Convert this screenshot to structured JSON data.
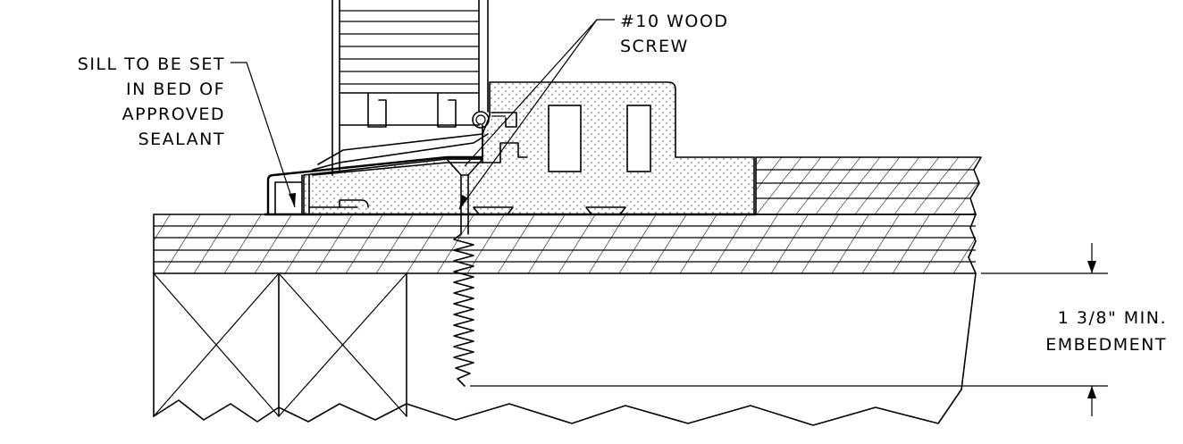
{
  "labels": {
    "sill": {
      "line1": "SILL TO BE SET",
      "line2": "IN BED OF",
      "line3": "APPROVED",
      "line4": "SEALANT"
    },
    "screw": {
      "line1": "#10 WOOD",
      "line2": "SCREW"
    },
    "embedment": {
      "line1": "1 3/8\" MIN.",
      "line2": "EMBEDMENT"
    }
  },
  "colors": {
    "line": "#000000",
    "background": "#ffffff"
  }
}
